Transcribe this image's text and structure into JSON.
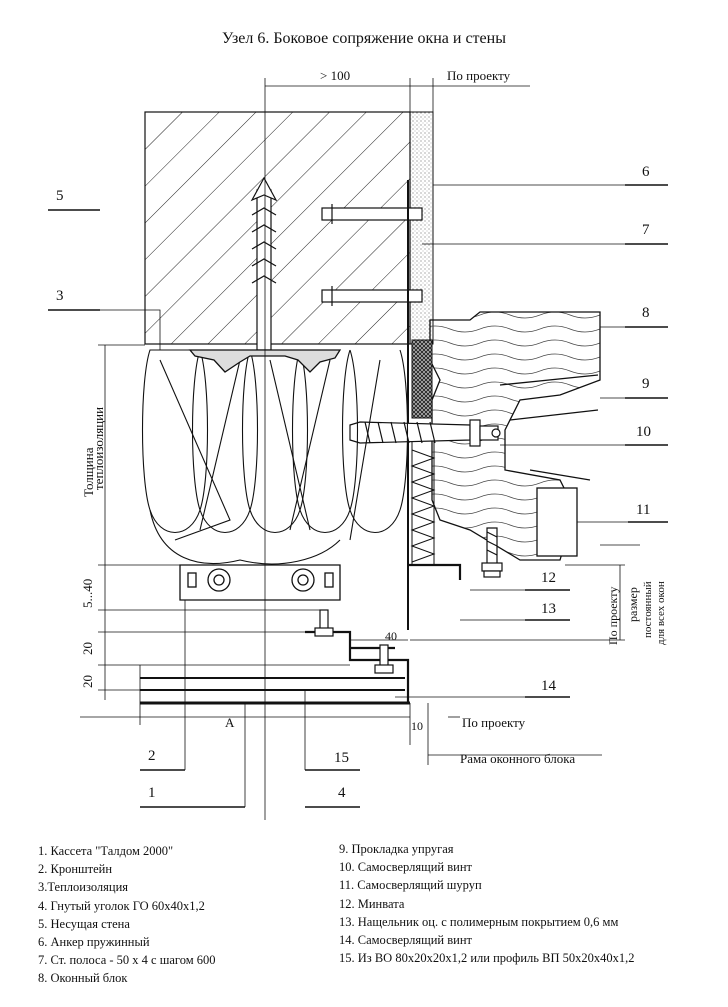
{
  "title": "Узел 6. Боковое сопряжение окна и стены",
  "dimensions": {
    "top_gt100": "> 100",
    "top_po_proektu": "По проекту",
    "tolshchina": "Толщина",
    "teploizolyatsii": "теплоизоляции",
    "d_5_40": "5...40",
    "d_20_a": "20",
    "d_20_b": "20",
    "d_40": "40",
    "d_10": "10",
    "letter_a": "А",
    "bottom_po_proektu": "По проекту",
    "rama": "Рама оконного блока",
    "right_po_proektu": "По проекту",
    "right_razmer": "размер",
    "right_postoyanny": "постоянный",
    "right_dlya_vseh": "для всех окон"
  },
  "callouts": {
    "c1": "1",
    "c2": "2",
    "c3": "3",
    "c4": "4",
    "c5": "5",
    "c6": "6",
    "c7": "7",
    "c8": "8",
    "c9": "9",
    "c10": "10",
    "c11": "11",
    "c12": "12",
    "c13": "13",
    "c14": "14",
    "c15": "15"
  },
  "legend_left": [
    "1. Кассета \"Талдом 2000\"",
    "2. Кронштейн",
    "3.Теплоизоляция",
    "4. Гнутый уголок ГО 60х40х1,2",
    "5. Несущая стена",
    "6.  Анкер пружинный",
    "7. Ст. полоса  - 50 х 4 с шагом 600",
    "8. Оконный блок"
  ],
  "legend_right": [
    "9. Прокладка упругая",
    "10. Самосверлящий винт",
    "11. Самосверлящий шуруп",
    "12. Минвата",
    "13. Нащельник оц. с полимерным покрытием 0,6 мм",
    "14. Самосверлящий винт",
    "15. Из ВО 80х20х20х1,2 или профиль ВП 50х20х40х1,2"
  ]
}
